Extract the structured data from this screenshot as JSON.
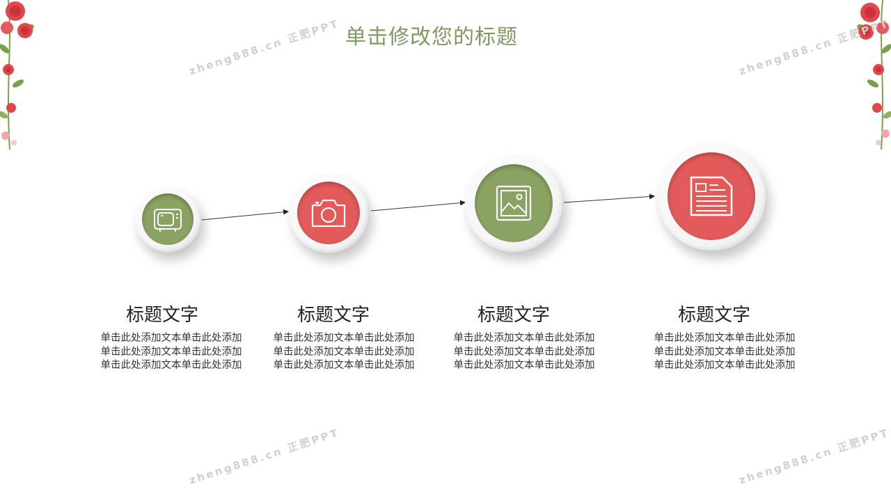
{
  "slide": {
    "title": "单击修改您的标题"
  },
  "watermarks": [
    "zheng888.cn 正肥PPT",
    "zheng888.cn 正肥PPT",
    "zheng888.cn 正肥PPT",
    "zheng888.cn 正肥PPT"
  ],
  "steps": [
    {
      "icon": "tv-icon",
      "color": "#8aa262",
      "title": "标题文字",
      "lines": [
        "单击此处添加文本单击此处添加",
        "单击此处添加文本单击此处添加",
        "单击此处添加文本单击此处添加"
      ]
    },
    {
      "icon": "camera-icon",
      "color": "#e25a5a",
      "title": "标题文字",
      "lines": [
        "单击此处添加文本单击此处添加",
        "单击此处添加文本单击此处添加",
        "单击此处添加文本单击此处添加"
      ]
    },
    {
      "icon": "picture-icon",
      "color": "#8aa262",
      "title": "标题文字",
      "lines": [
        "单击此处添加文本单击此处添加",
        "单击此处添加文本单击此处添加",
        "单击此处添加文本单击此处添加"
      ]
    },
    {
      "icon": "newspaper-icon",
      "color": "#e25a5a",
      "title": "标题文字",
      "lines": [
        "单击此处添加文本单击此处添加",
        "单击此处添加文本单击此处添加",
        "单击此处添加文本单击此处添加"
      ]
    }
  ],
  "colors": {
    "title": "#7f9a5e",
    "green": "#8aa262",
    "red": "#e25a5a",
    "rose": "#e0474c",
    "leaf": "#7aa04a"
  }
}
